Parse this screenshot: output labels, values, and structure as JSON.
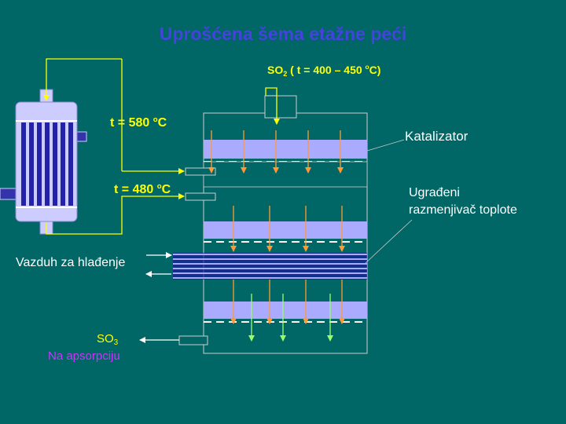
{
  "title": "Uprošćena šema etažne peći",
  "labels": {
    "so2_inlet": {
      "formula": "SO",
      "sub": "2",
      "paren_open": " ( t = 400 – 450 ",
      "deg": "o",
      "paren_close": "C)"
    },
    "t580": {
      "prefix": "t = 580 ",
      "deg": "o",
      "unit": "C"
    },
    "t480": {
      "prefix": "t = 480 ",
      "deg": "o",
      "unit": "C"
    },
    "katalizator": "Katalizator",
    "razmenjivac_line1": "Ugrađeni",
    "razmenjivac_line2": "razmenjivač toplote",
    "vazduh": "Vazduh za hlađenje",
    "so3_formula": "SO",
    "so3_sub": "3",
    "na_apsorpciju": "Na apsorpciju"
  },
  "colors": {
    "background": "#006666",
    "title": "#4444dd",
    "text_yellow": "#ffff00",
    "text_white": "#ffffff",
    "text_magenta": "#cc33ff",
    "catalyst_band": "#aaaaff",
    "arrow_orange": "#ff9933",
    "arrow_green": "#99ff66",
    "coil_blue": "#1a1a99",
    "exchanger_body": "#ccccff",
    "exchanger_tube": "#2222aa"
  }
}
